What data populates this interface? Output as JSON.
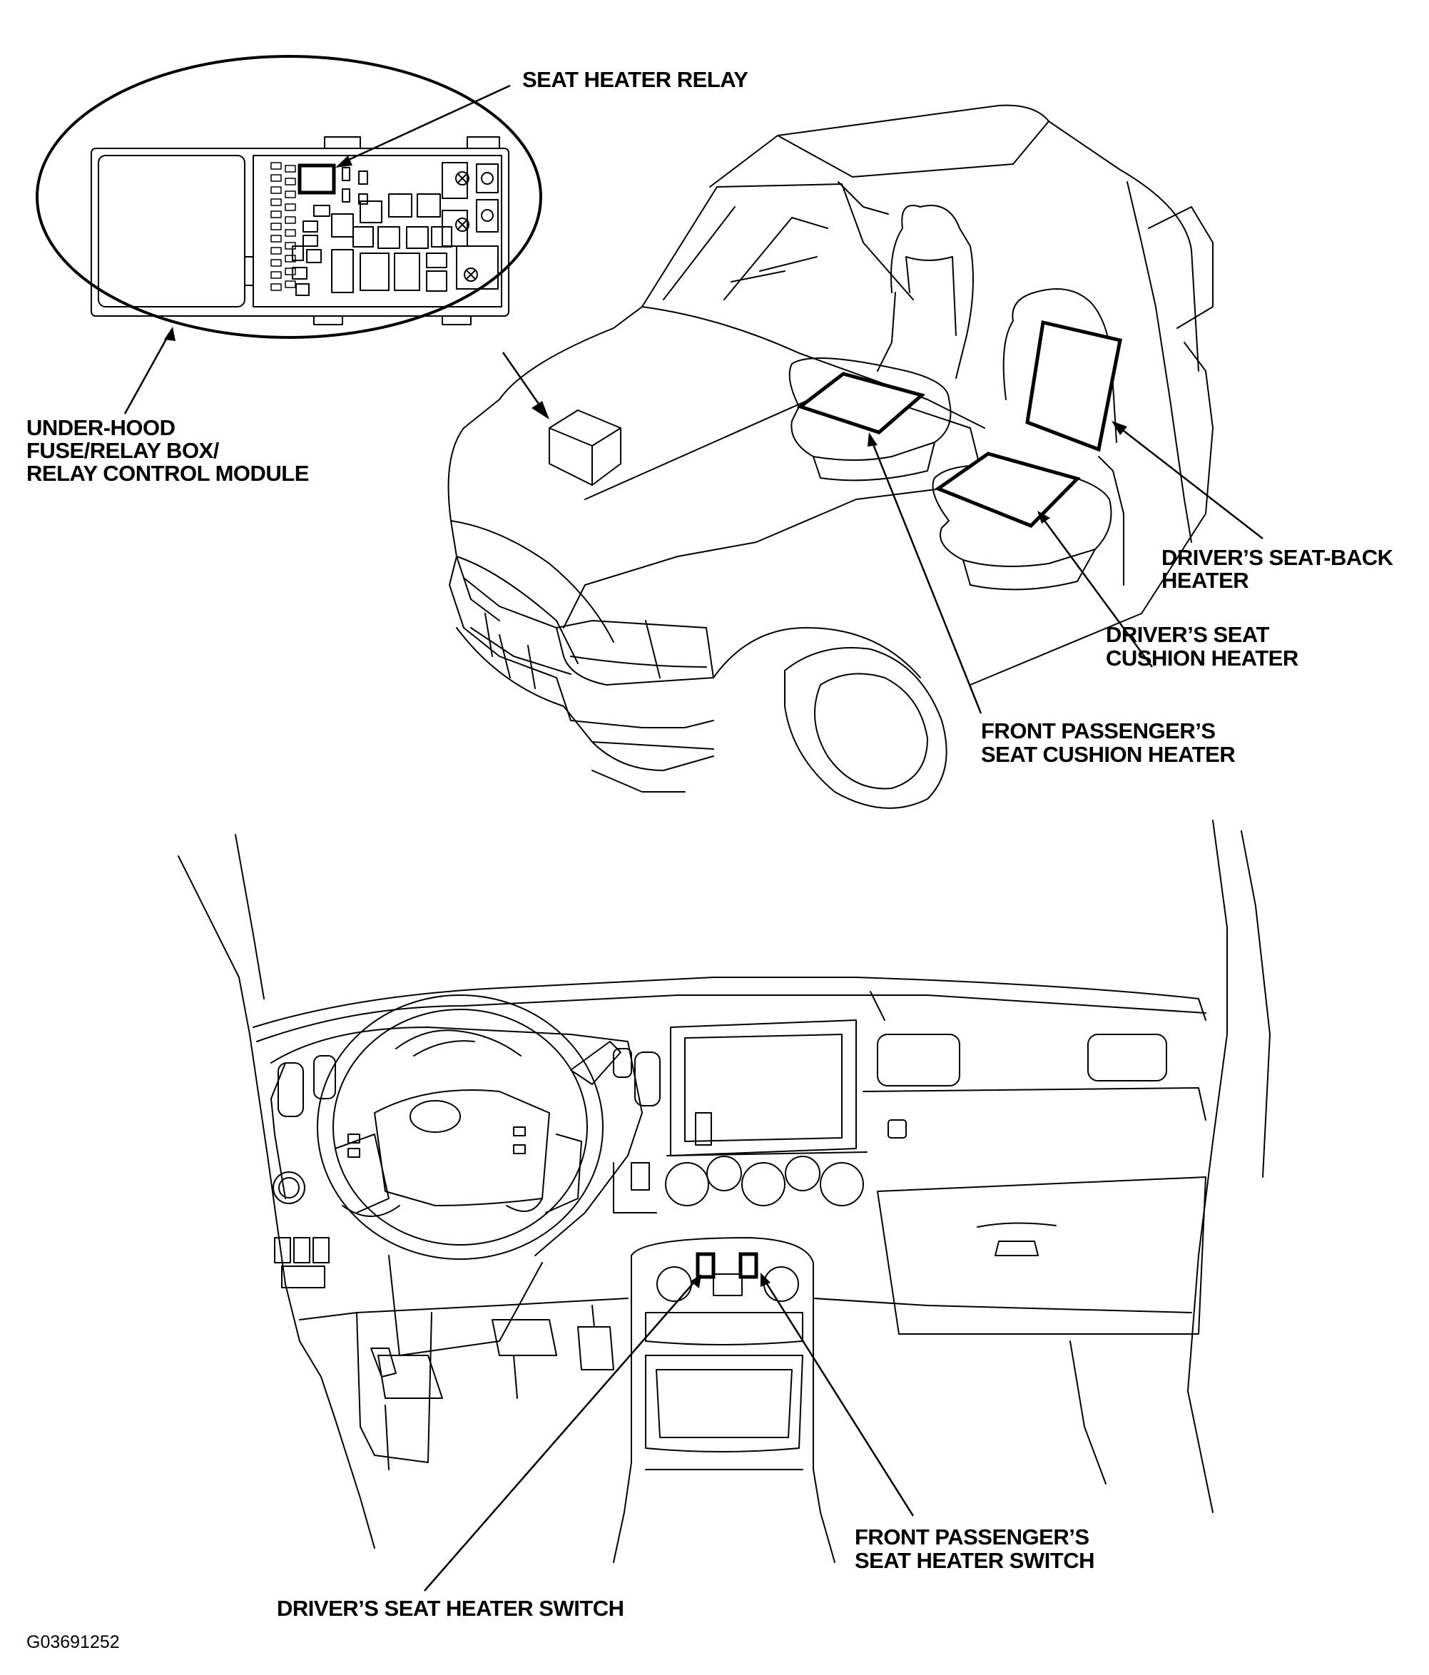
{
  "labels": {
    "seat_heater_relay": "SEAT HEATER RELAY",
    "fuse_box_line1": "UNDER-HOOD",
    "fuse_box_line2": "FUSE/RELAY BOX/",
    "fuse_box_line3": "RELAY CONTROL MODULE",
    "seat_back_line1": "DRIVER’S SEAT-BACK",
    "seat_back_line2": "HEATER",
    "driver_cushion_line1": "DRIVER’S SEAT",
    "driver_cushion_line2": "CUSHION HEATER",
    "passenger_cushion_line1": "FRONT PASSENGER’S",
    "passenger_cushion_line2": "SEAT CUSHION HEATER",
    "driver_switch": "DRIVER’S SEAT HEATER SWITCH",
    "passenger_switch_line1": "FRONT PASSENGER’S",
    "passenger_switch_line2": "SEAT HEATER SWITCH",
    "figure_id": "G03691252"
  },
  "colors": {
    "ink": "#000000",
    "paper": "#ffffff"
  }
}
